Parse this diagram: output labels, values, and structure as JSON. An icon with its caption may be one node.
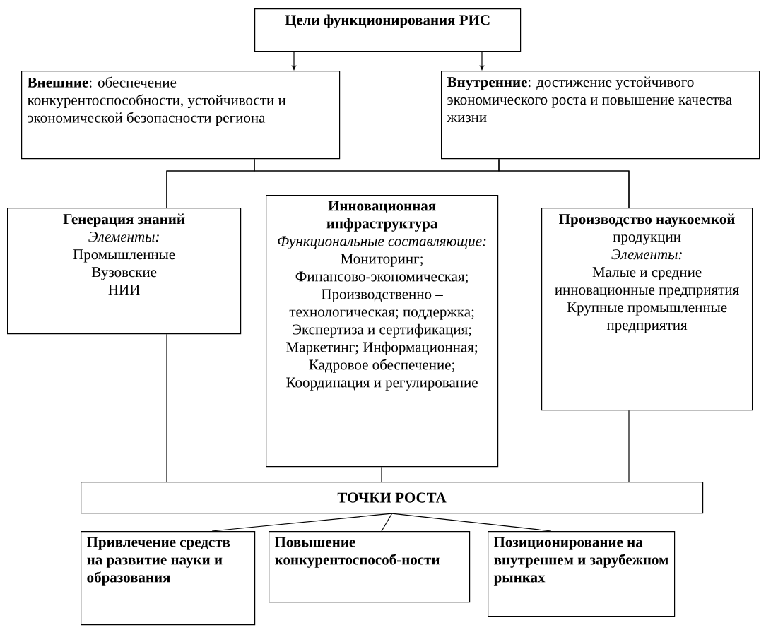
{
  "diagram": {
    "nodes": [
      {
        "text": [
          "Цели функционирования РИС"
        ]
      },
      {
        "text": [
          "**Внешние**: обеспечение конкурентоспособности, устойчивости и экономической безопасности региона"
        ]
      },
      {
        "text": [
          "**Внутренние**: достижение устойчивого экономического роста и повышение качества жизни"
        ]
      },
      {
        "text": [
          "Генерация знаний",
          "Элементы:",
          "Промышленные",
          "Вузовские",
          "НИИ"
        ]
      },
      {
        "text": [
          "Инновационная инфраструктура",
          "Функциональные составляющие:",
          "Мониторинг; Финансово-экономическая; Производственно – технологическая; поддержка; Экспертиза и сертификация; Маркетинг; Информационная; Кадровое обеспечение; Координация и регулирование"
        ]
      },
      {
        "text": [
          "**Производство наукоемкой** продукции",
          "Элементы:",
          "Малые и средние инновационные предприятия",
          "Крупные промышленные предприятия"
        ]
      },
      {
        "text": [
          "ТОЧКИ РОСТА"
        ]
      },
      {
        "text": [
          "Привлечение средств на развитие науки и образования"
        ]
      },
      {
        "text": [
          "Повышение конкурентоспособ-ности"
        ]
      },
      {
        "text": [
          "Позиционирование на внутреннем и зарубежном рынках"
        ]
      }
    ],
    "edges": [
      {
        "from": 0,
        "to": 1,
        "arrow": "to"
      },
      {
        "from": 0,
        "to": 2,
        "arrow": "to"
      },
      {
        "from": 1,
        "to": 3,
        "arrow": "none"
      },
      {
        "from": 1,
        "to": 5,
        "arrow": "none"
      },
      {
        "from": 2,
        "to": 3,
        "arrow": "none"
      },
      {
        "from": 2,
        "to": 5,
        "arrow": "none"
      },
      {
        "from": 3,
        "to": 6,
        "arrow": "none"
      },
      {
        "from": 4,
        "to": 6,
        "arrow": "none"
      },
      {
        "from": 5,
        "to": 6,
        "arrow": "none"
      },
      {
        "from": 6,
        "to": 7,
        "arrow": "none"
      },
      {
        "from": 6,
        "to": 8,
        "arrow": "none"
      },
      {
        "from": 6,
        "to": 9,
        "arrow": "none"
      }
    ]
  }
}
